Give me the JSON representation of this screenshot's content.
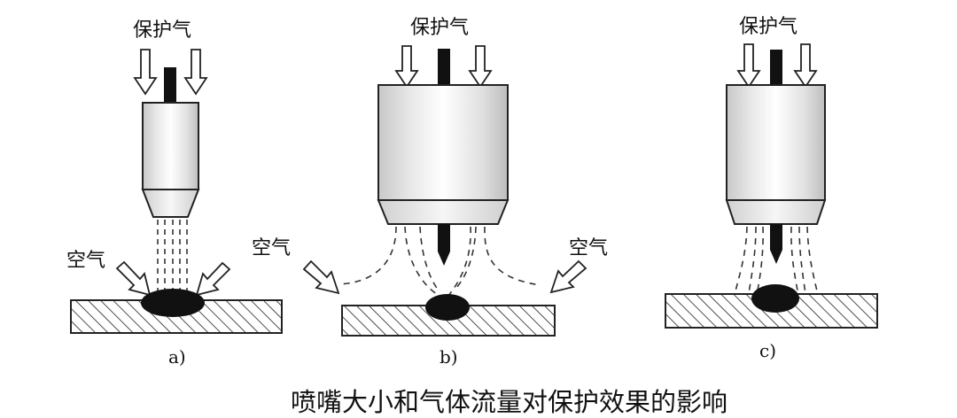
{
  "labels": {
    "shield_gas": "保护气",
    "air": "空气"
  },
  "panels": [
    {
      "id": "a",
      "sublabel": "a)"
    },
    {
      "id": "b",
      "sublabel": "b)"
    },
    {
      "id": "c",
      "sublabel": "c)"
    }
  ],
  "caption": "喷嘴大小和气体流量对保护效果的影响"
}
